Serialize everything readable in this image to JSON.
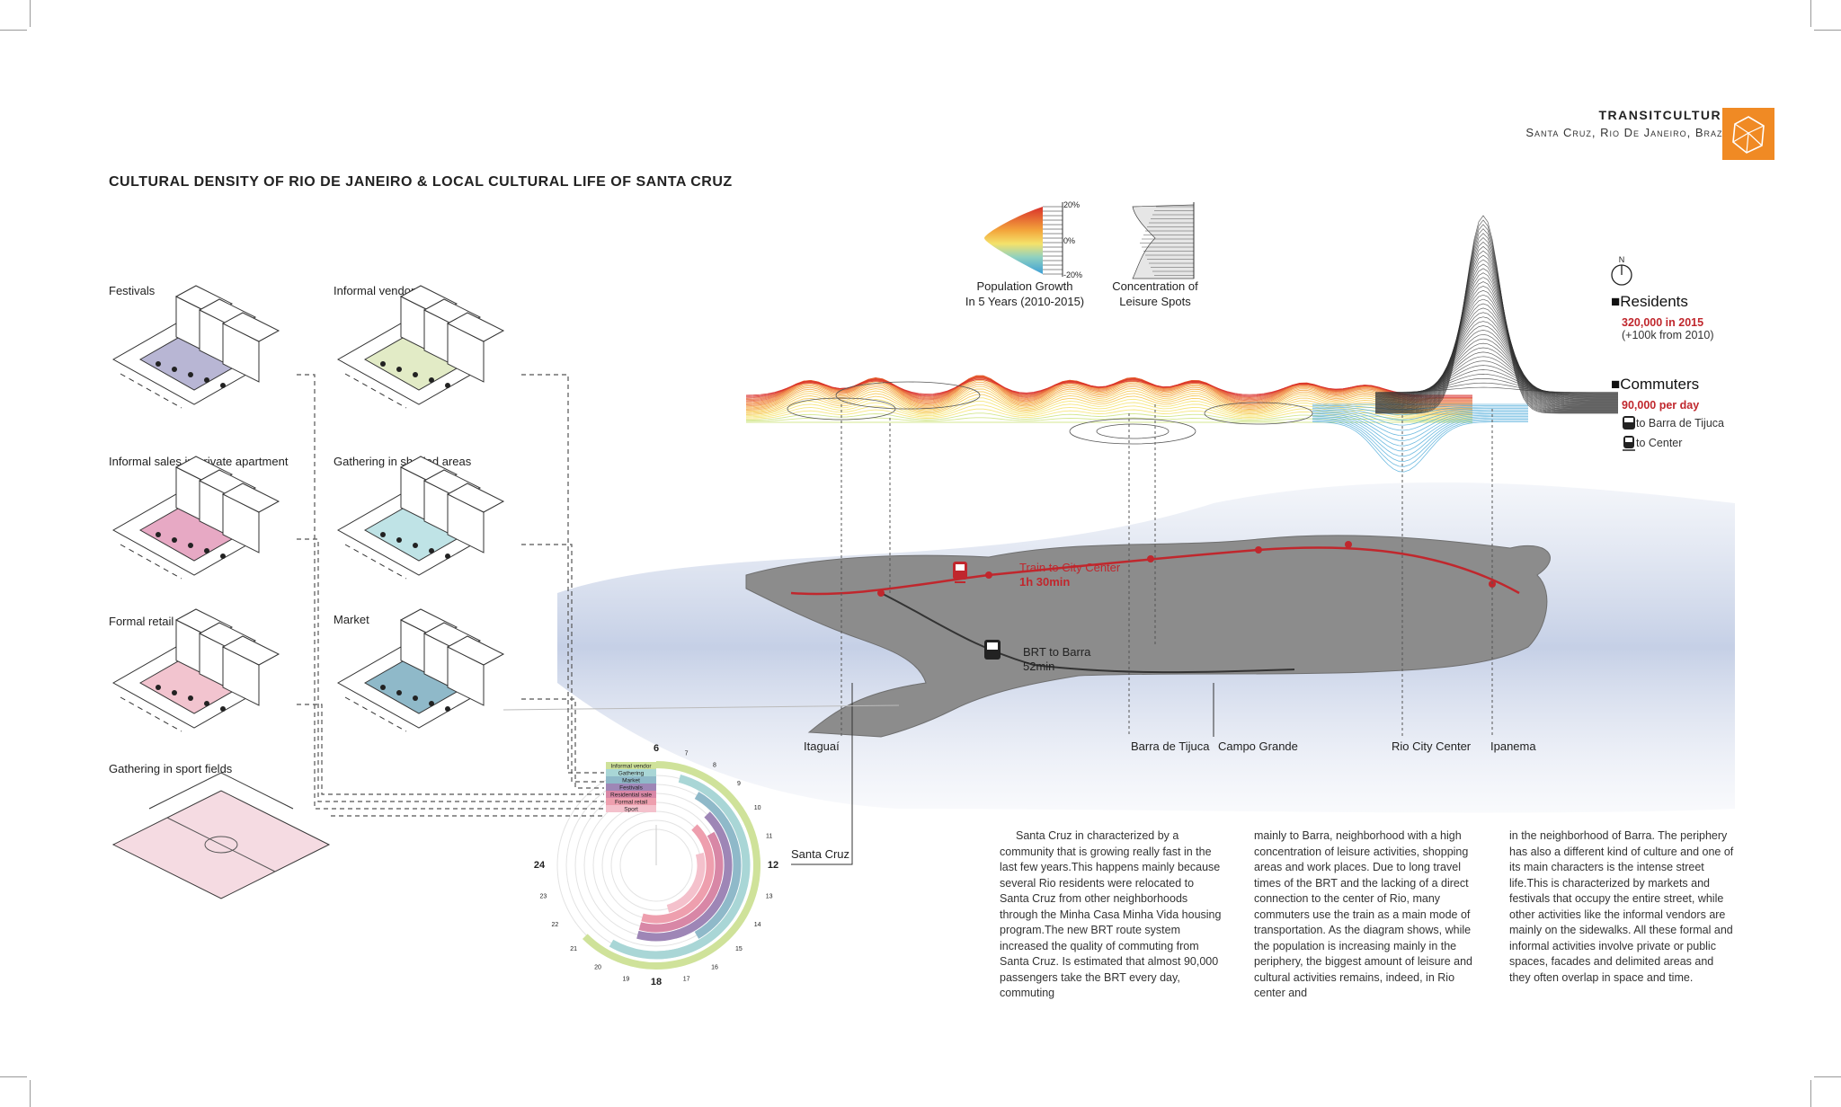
{
  "brand": {
    "name": "TRANSITCULTURE",
    "location": "Santa Cruz, Rio De Janeiro, Brazil",
    "accent": "#f08a24"
  },
  "title": "CULTURAL DENSITY OF RIO DE JANEIRO & LOCAL CULTURAL LIFE OF SANTA CRUZ",
  "panels": [
    {
      "label": "Festivals",
      "color": "#b8b6d4"
    },
    {
      "label": "Informal vendor",
      "color": "#e2ebc6"
    },
    {
      "label": "Informal sales in private apartment",
      "color": "#e7a9c4"
    },
    {
      "label": "Gathering in shaded areas",
      "color": "#bfe3e6"
    },
    {
      "label": "Formal retail",
      "color": "#f2c4cf"
    },
    {
      "label": "Market",
      "color": "#8fb9c9"
    },
    {
      "label": "Gathering in sport fields",
      "color": "#f5dbe2"
    }
  ],
  "clock": {
    "ticks": [
      "6",
      "7",
      "8",
      "9",
      "10",
      "11",
      "12",
      "13",
      "14",
      "15",
      "16",
      "17",
      "18",
      "19",
      "20",
      "21",
      "22",
      "23",
      "24"
    ],
    "legend": [
      {
        "label": "Informal vendor",
        "color": "#cfe29a"
      },
      {
        "label": "Gathering",
        "color": "#a9d6d6"
      },
      {
        "label": "Market",
        "color": "#8fb9c9"
      },
      {
        "label": "Festivals",
        "color": "#9e86b6"
      },
      {
        "label": "Residential sale",
        "color": "#d887a6"
      },
      {
        "label": "Formal retail",
        "color": "#ee9fae"
      },
      {
        "label": "Sport",
        "color": "#f4c1cc"
      }
    ]
  },
  "legend_top": {
    "population": "Population Growth\nIn 5 Years (2010-2015)",
    "leisure": "Concentration of\nLeisure Spots",
    "scale_top": "20%",
    "scale_mid": "0%",
    "scale_bottom": "-20%"
  },
  "side": {
    "residents_head": "Residents",
    "residents_value": "320,000 in 2015",
    "residents_sub": "(+100k from 2010)",
    "commuters_head": "Commuters",
    "commuters_value": "90,000 per day",
    "to_barra": "to Barra de Tijuca",
    "to_center": "to Center"
  },
  "map": {
    "train": "Train to City Center",
    "train_time": "1h 30min",
    "brt": "BRT to Barra",
    "brt_time": "52min",
    "places": [
      "Itaguaí",
      "Barra de Tijuca",
      "Campo Grande",
      "Rio City Center",
      "Ipanema",
      "Santa Cruz"
    ]
  },
  "text": {
    "col1": "Santa Cruz in characterized by a community that is growing really fast in the last few years.This happens mainly because several Rio residents were relocated to Santa Cruz from other neighborhoods through the Minha Casa Minha Vida housing program.The new BRT route system increased the quality of commuting from Santa Cruz. Is estimated that almost 90,000 passengers take the BRT every day, commuting",
    "col2": "mainly to Barra, neighborhood with a high concentration of leisure activities, shopping areas and work places. Due to long travel times of the BRT and the lacking of a direct connection to the center of Rio, many commuters use the train as a main mode of transportation. As the diagram shows, while the population is increasing mainly in the periphery, the biggest amount of leisure and cultural activities remains, indeed, in Rio center and",
    "col3": "in the neighborhood of Barra. The periphery has also a different kind of culture and one of its main characters is the intense street life.This is characterized by markets and festivals that occupy the entire street, while other activities like the informal vendors are mainly on the sidewalks. All these formal and informal activities involve private or public spaces, facades and delimited areas and they often overlap in space and time."
  }
}
